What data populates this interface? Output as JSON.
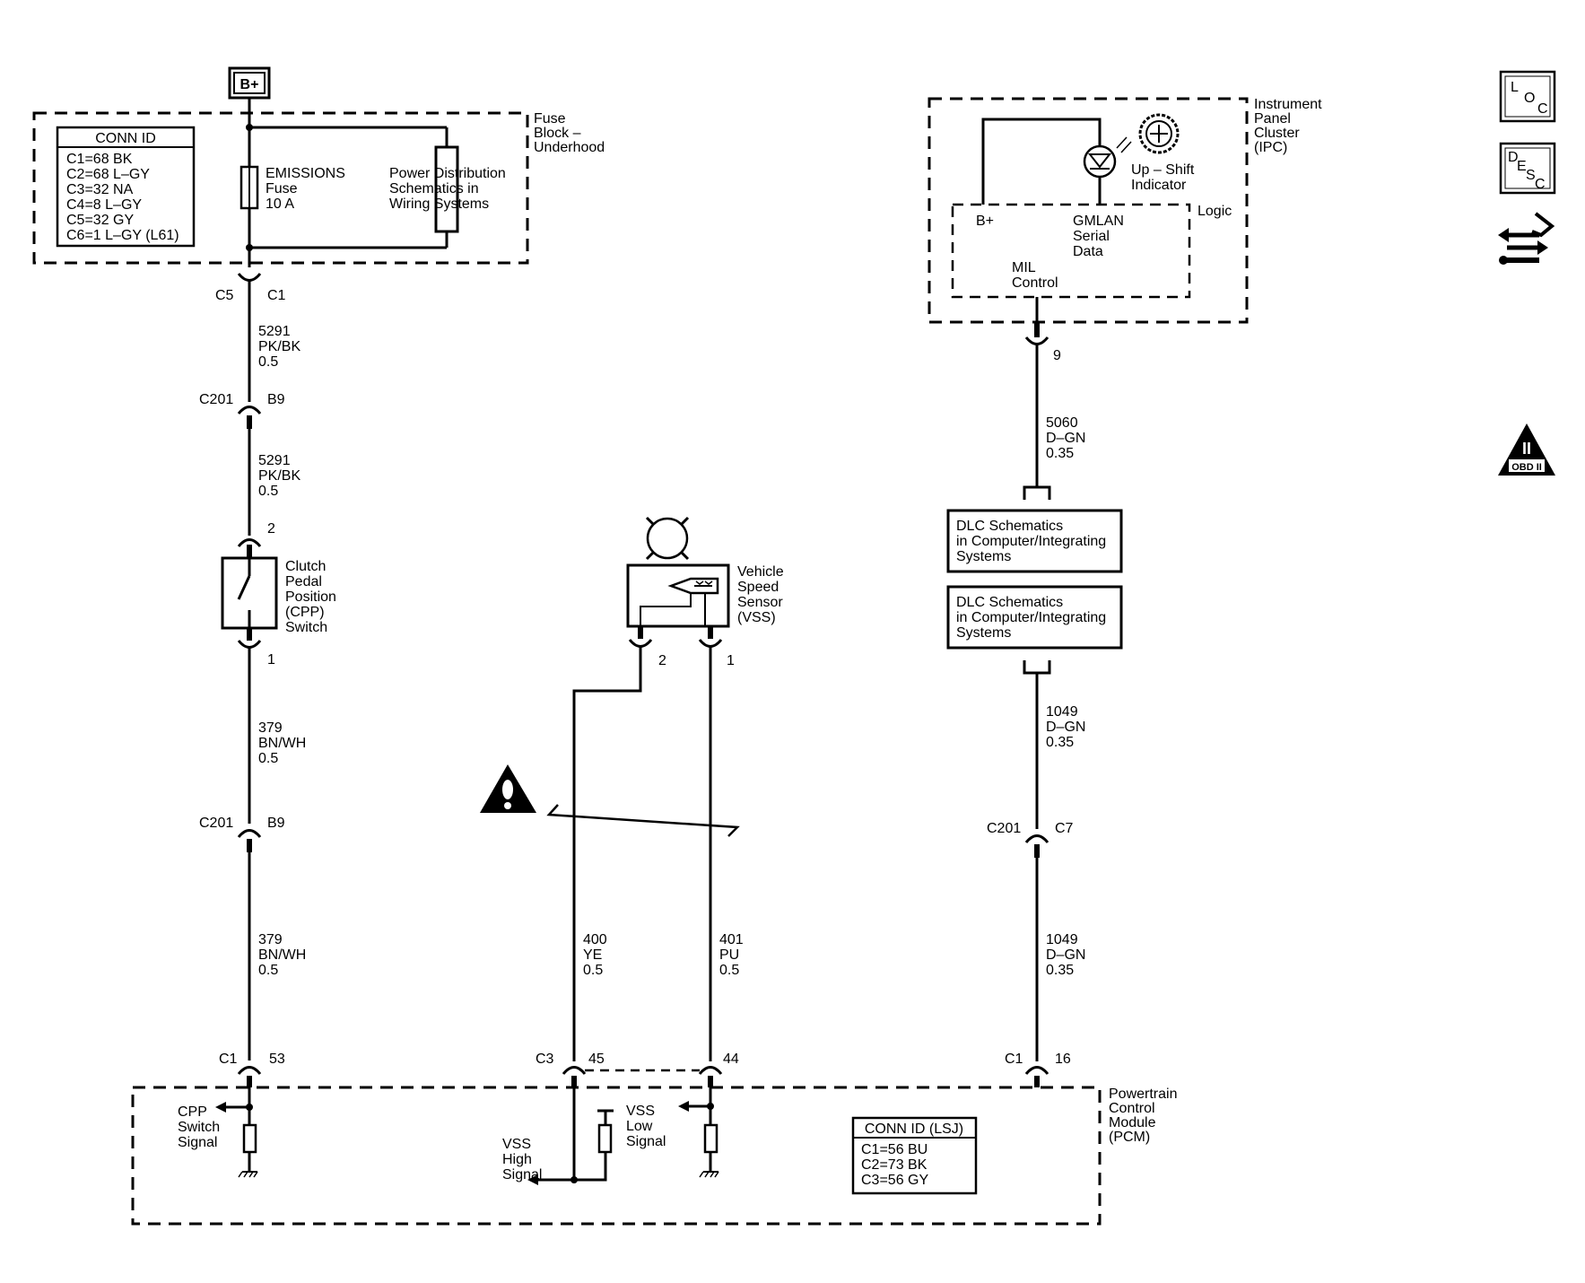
{
  "power": {
    "bplus": "B+"
  },
  "fuse_block": {
    "title": [
      "Fuse",
      "Block –",
      "Underhood"
    ],
    "conn_id_title": "CONN ID",
    "conn_ids": [
      "C1=68 BK",
      "C2=68 L–GY",
      "C3=32 NA",
      "C4=8 L–GY",
      "C5=32 GY",
      "C6=1 L–GY (L61)"
    ],
    "fuse_label": [
      "EMISSIONS",
      "Fuse",
      "10 A"
    ],
    "power_dist": [
      "Power Distribution",
      "Schematics in",
      "Wiring Systems"
    ]
  },
  "cpp_circuit": {
    "conn_fuse_left": "C5",
    "conn_fuse_right": "C1",
    "wire1": [
      "5291",
      "PK/BK",
      "0.5"
    ],
    "c201_a_left": "C201",
    "c201_a_right": "B9",
    "wire2": [
      "5291",
      "PK/BK",
      "0.5"
    ],
    "switch_pin_top": "2",
    "switch_label": [
      "Clutch",
      "Pedal",
      "Position",
      "(CPP)",
      "Switch"
    ],
    "switch_pin_bottom": "1",
    "wire3": [
      "379",
      "BN/WH",
      "0.5"
    ],
    "c201_b_left": "C201",
    "c201_b_right": "B9",
    "wire4": [
      "379",
      "BN/WH",
      "0.5"
    ],
    "pcm_conn_left": "C1",
    "pcm_conn_right": "53",
    "pcm_signal": [
      "CPP",
      "Switch",
      "Signal"
    ]
  },
  "vss_circuit": {
    "sensor_label": [
      "Vehicle",
      "Speed",
      "Sensor",
      "(VSS)"
    ],
    "pin_left": "2",
    "pin_right": "1",
    "wire_high": [
      "400",
      "YE",
      "0.5"
    ],
    "wire_low": [
      "401",
      "PU",
      "0.5"
    ],
    "pcm_conn_left": "C3",
    "pcm_pin_high": "45",
    "pcm_pin_low": "44",
    "high_signal": [
      "VSS",
      "High",
      "Signal"
    ],
    "low_signal": [
      "VSS",
      "Low",
      "Signal"
    ]
  },
  "ipc": {
    "title": [
      "Instrument",
      "Panel",
      "Cluster",
      "(IPC)"
    ],
    "indicator": [
      "Up – Shift",
      "Indicator"
    ],
    "logic": "Logic",
    "bplus": "B+",
    "gmlan": [
      "GMLAN",
      "Serial",
      "Data"
    ],
    "mil": [
      "MIL",
      "Control"
    ],
    "pin": "9",
    "wire1": [
      "5060",
      "D–GN",
      "0.35"
    ],
    "dlc1": [
      "DLC Schematics",
      "in Computer/Integrating",
      "Systems"
    ],
    "dlc2": [
      "DLC Schematics",
      "in Computer/Integrating",
      "Systems"
    ],
    "wire2": [
      "1049",
      "D–GN",
      "0.35"
    ],
    "c201_left": "C201",
    "c201_right": "C7",
    "wire3": [
      "1049",
      "D–GN",
      "0.35"
    ],
    "pcm_conn_left": "C1",
    "pcm_conn_right": "16"
  },
  "pcm": {
    "title": [
      "Powertrain",
      "Control",
      "Module",
      "(PCM)"
    ],
    "conn_id_title": "CONN ID (LSJ)",
    "conn_ids": [
      "C1=56 BU",
      "C2=73 BK",
      "C3=56 GY"
    ]
  },
  "side_icons": {
    "loc": [
      "L",
      "O",
      "C"
    ],
    "desc": [
      "D",
      "E",
      "S",
      "C"
    ],
    "obd": "OBD II",
    "obd_numeral": "II"
  }
}
